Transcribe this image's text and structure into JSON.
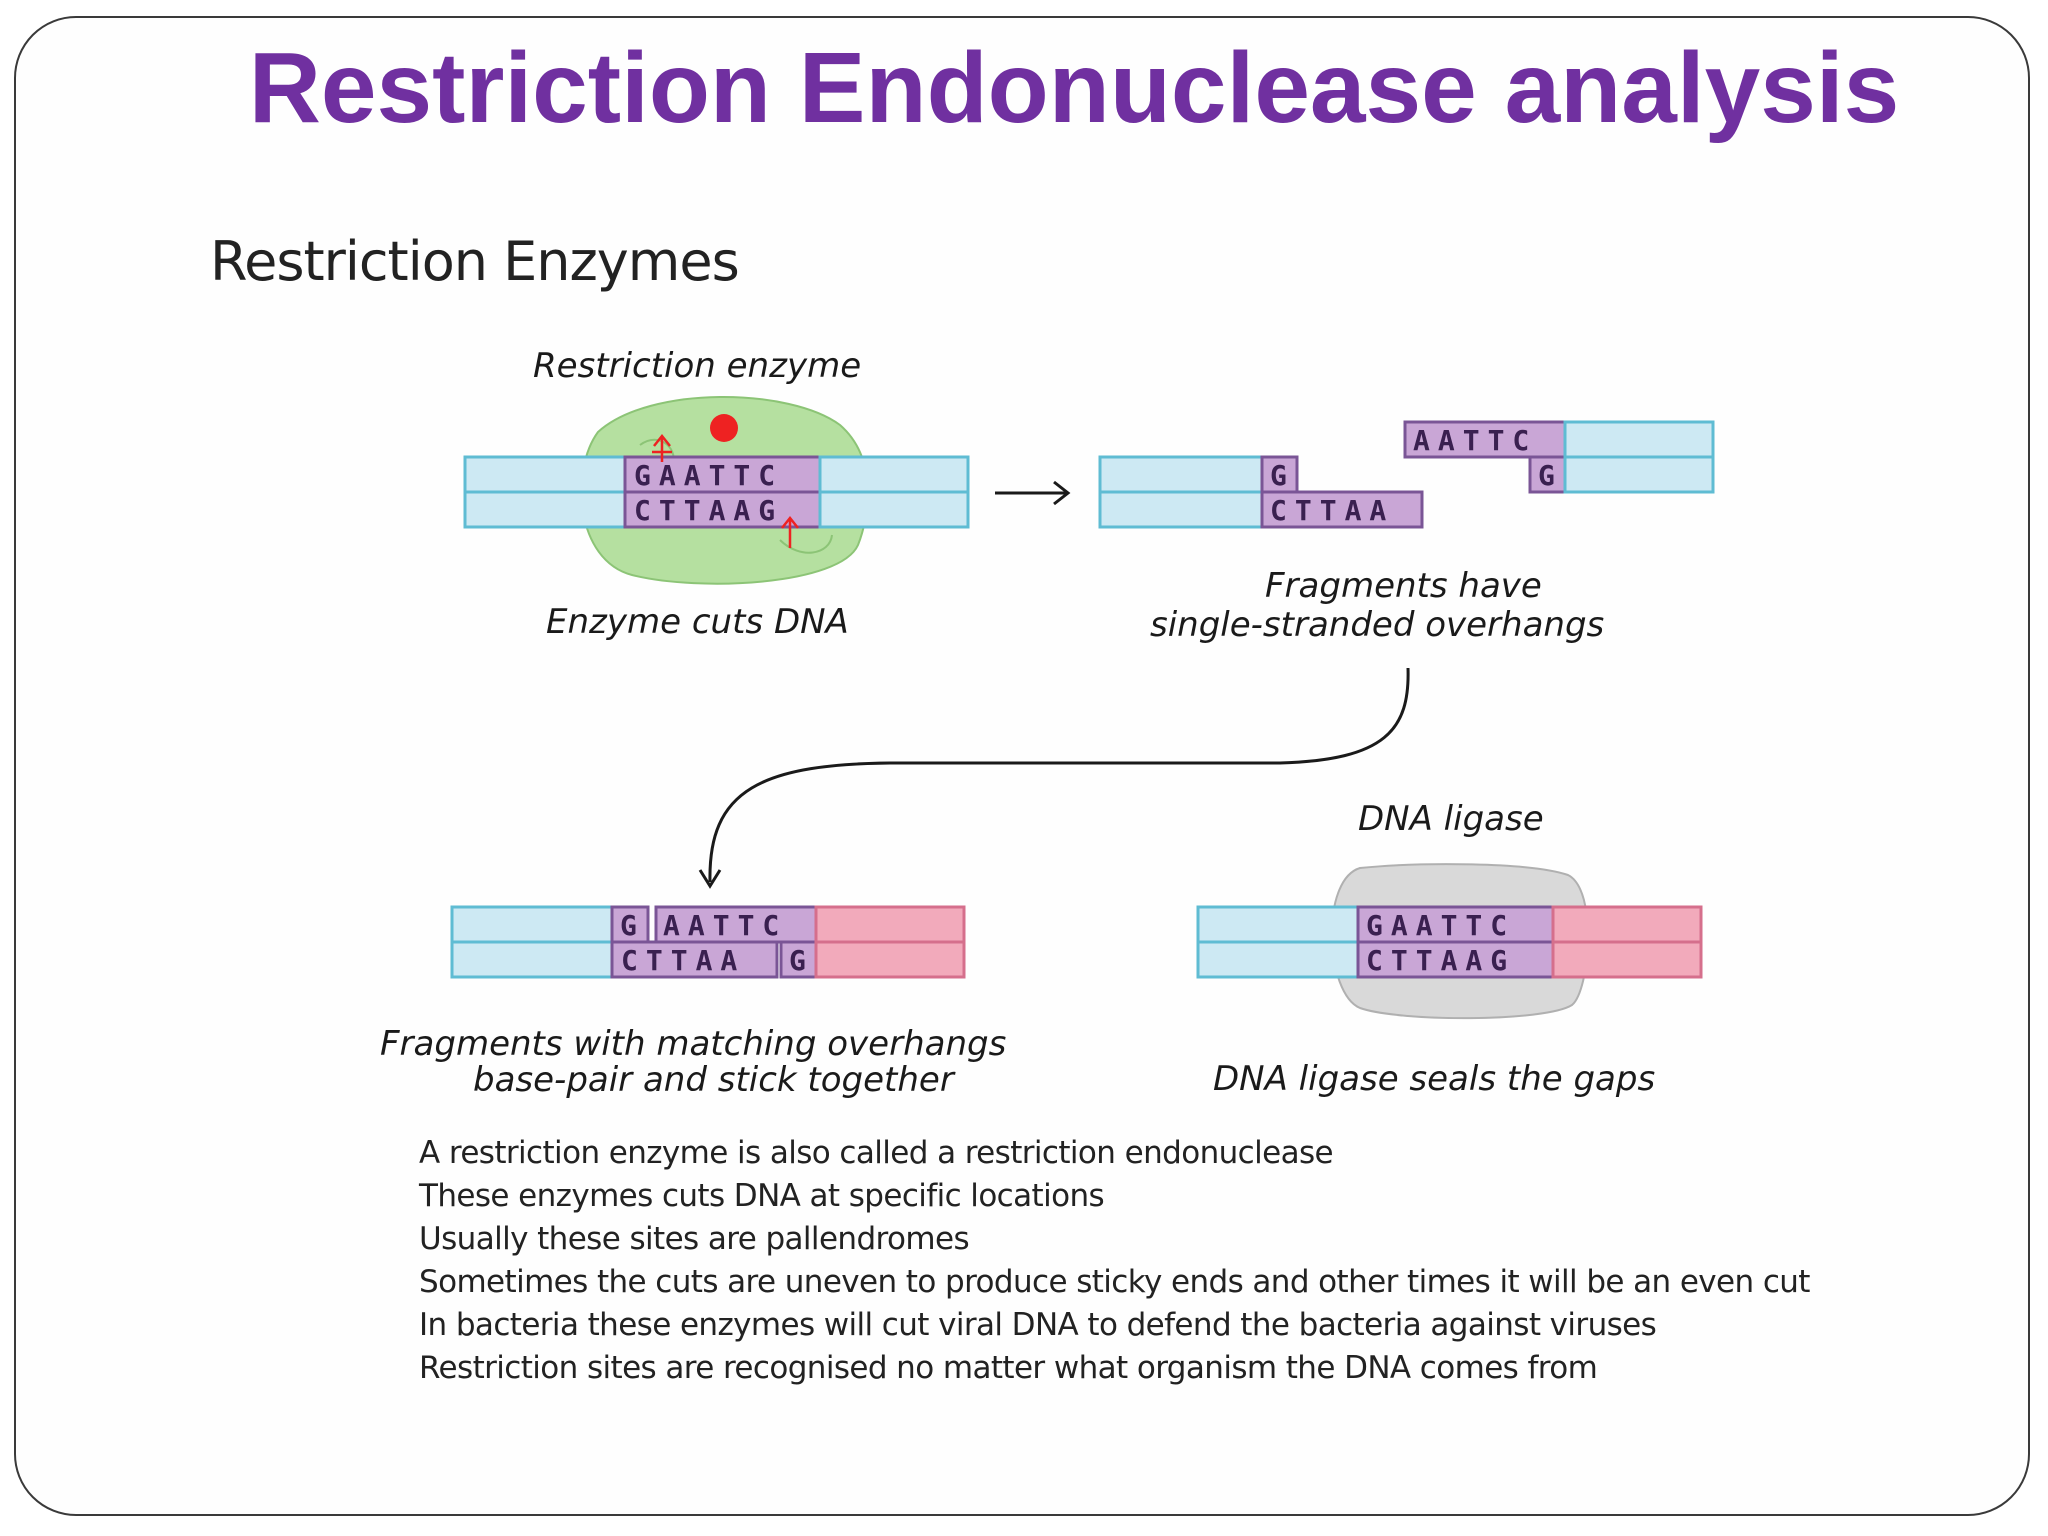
{
  "slide": {
    "title": "Restriction Endonuclease analysis"
  },
  "figure": {
    "heading": "Restriction Enzymes",
    "labels": {
      "restriction_enzyme": "Restriction enzyme",
      "enzyme_cuts": "Enzyme cuts DNA",
      "fragments_line1": "Fragments have",
      "fragments_line2": "single-stranded overhangs",
      "dna_ligase": "DNA ligase",
      "matching_line1": "Fragments with matching overhangs",
      "matching_line2": "base-pair and stick together",
      "ligase_seals": "DNA ligase seals the gaps"
    },
    "sequences": {
      "step1_top": "GAATTC",
      "step1_bottom": "CTTAAG",
      "step2_left_top": "G",
      "step2_left_bottom": "CTTAA",
      "step2_right_top": "AATTC",
      "step2_right_bottom": "G",
      "step3_top_a": "G",
      "step3_top_b": "AATTC",
      "step3_bottom_a": "CTTAA",
      "step3_bottom_b": "G",
      "step4_top": "GAATTC",
      "step4_bottom": "CTTAAG"
    },
    "colors": {
      "dna_blue": "#cde9f3",
      "dna_blue_edge": "#5fbcd3",
      "site_purple": "#c9a6d6",
      "site_purple_edge": "#7a5596",
      "dna_pink": "#f2aabb",
      "dna_pink_edge": "#d56f8c",
      "enzyme_green": "#b5e0a0",
      "ligase_gray": "#d9d9d9",
      "cut_red": "#ee2222"
    }
  },
  "bullets": [
    "A restriction enzyme is also called a restriction endonuclease",
    "These enzymes cuts DNA at specific locations",
    "Usually these sites are pallendromes",
    "Sometimes the cuts are uneven to produce sticky ends and other times it will be an even cut",
    "In bacteria these enzymes will cut viral DNA to defend the bacteria against viruses",
    "Restriction sites are recognised no matter what organism the DNA comes from"
  ]
}
